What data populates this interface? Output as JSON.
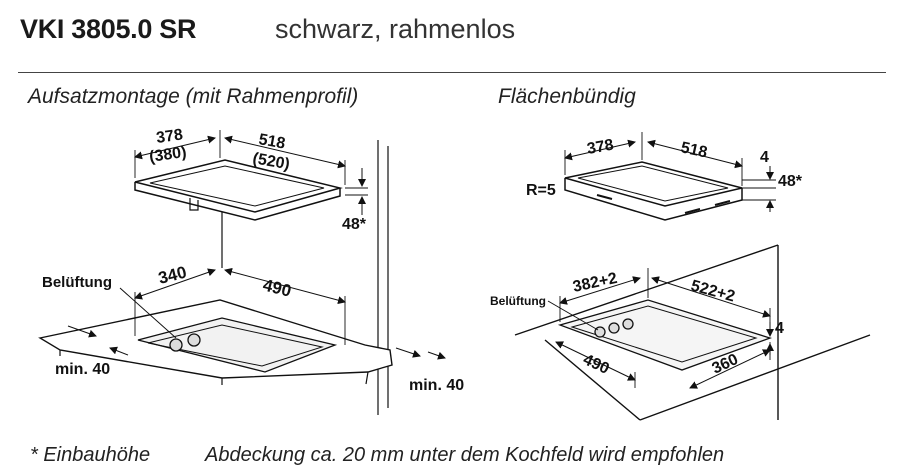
{
  "header": {
    "model": "VKI 3805.0 SR",
    "subtitle": "schwarz, rahmenlos"
  },
  "left": {
    "title": "Aufsatzmontage (mit Rahmenprofil)",
    "dim_width": "378",
    "dim_width_alt": "(380)",
    "dim_depth": "518",
    "dim_depth_alt": "(520)",
    "dim_height": "48*",
    "ventilation_label": "Belüftung",
    "cutout_width": "340",
    "cutout_depth": "490",
    "clearance_front": "min. 40",
    "clearance_back": "min. 40"
  },
  "right": {
    "title": "Flächenbündig",
    "dim_width": "378",
    "dim_depth": "518",
    "dim_frame": "4",
    "dim_height": "48*",
    "radius": "R=5",
    "ventilation_label": "Belüftung",
    "cutout_width": "382+2",
    "cutout_depth": "522+2",
    "recess_depth": "4",
    "inner_depth": "490",
    "inner_width": "360"
  },
  "footer": {
    "note_height": "* Einbauhöhe",
    "note_cover": "Abdeckung ca. 20 mm unter dem Kochfeld wird empfohlen"
  }
}
